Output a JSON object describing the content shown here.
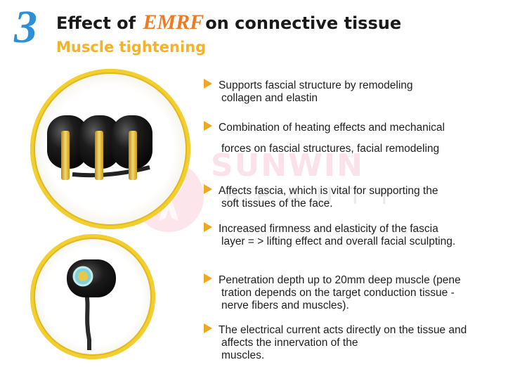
{
  "header": {
    "number": "3",
    "title_prefix": "Effect of",
    "title_brand": "EMRF",
    "title_suffix": "on connective tissue",
    "subtitle": "Muscle tightening"
  },
  "watermark": {
    "brand": "SUNWIN",
    "sub": "BEAUTY"
  },
  "bullets": [
    {
      "line1": "Supports fascial structure by remodeling",
      "line2": "collagen and elastin"
    },
    {
      "line1": "Combination of heating effects and mechanical",
      "line2": "forces on fascial structures, facial remodeling"
    },
    {
      "line1": "Affects fascia, which is vital for supporting the",
      "line2": "soft tissues of the face."
    },
    {
      "line1": "Increased firmness and elasticity of the fascia",
      "line2": "layer = > lifting effect and overall facial sculpting."
    },
    {
      "line1": "Penetration depth up to 20mm deep muscle (pene",
      "line2": "tration depends on the target conduction tissue -",
      "line3": "nerve fibers and muscles)."
    },
    {
      "line1": "The electrical current acts directly on the tissue and",
      "line2": "affects the innervation of the",
      "line3": "muscles."
    }
  ],
  "colors": {
    "accent_blue": "#2f8fd6",
    "accent_orange": "#f07a22",
    "accent_yellow": "#f3b228",
    "ring": "#f2cf2e"
  }
}
